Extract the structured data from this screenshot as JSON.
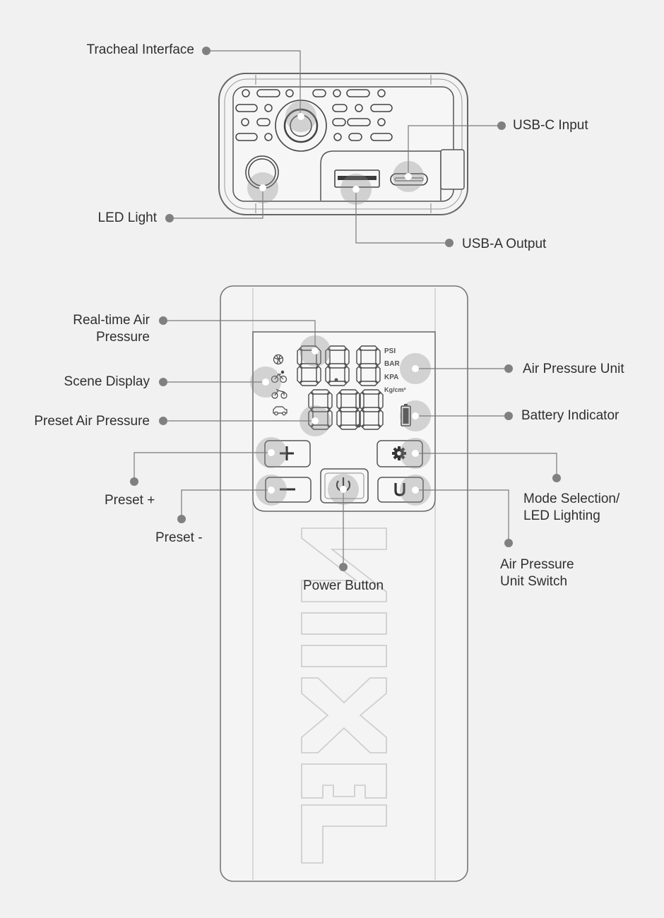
{
  "colors": {
    "background": "#f1f1f1",
    "outline": "#555555",
    "leader": "#7a7a7a",
    "dot": "#808080",
    "highlight": "#8c8c8c"
  },
  "brand": "LEXIIN",
  "labels": {
    "tracheal_interface": "Tracheal Interface",
    "led_light": "LED Light",
    "usb_c_input": "USB-C Input",
    "usb_a_output": "USB-A Output",
    "realtime_air_pressure": "Real-time Air\nPressure",
    "scene_display": "Scene Display",
    "preset_air_pressure": "Preset Air Pressure",
    "preset_plus": "Preset +",
    "preset_minus": "Preset -",
    "power_button": "Power Button",
    "air_pressure_unit": "Air Pressure Unit",
    "battery_indicator": "Battery Indicator",
    "mode_selection": "Mode Selection/\nLED Lighting",
    "unit_switch": "Air Pressure\nUnit Switch"
  },
  "display_units": {
    "psi": "PSI",
    "bar": "BAR",
    "kpa": "KPA",
    "kgcm": "Kg/cm²"
  },
  "icons": [
    "ball-icon",
    "bicycle-icon",
    "motorcycle-icon",
    "car-icon",
    "battery-icon",
    "plus-icon",
    "minus-icon",
    "power-icon",
    "gear-icon",
    "unit-icon"
  ]
}
